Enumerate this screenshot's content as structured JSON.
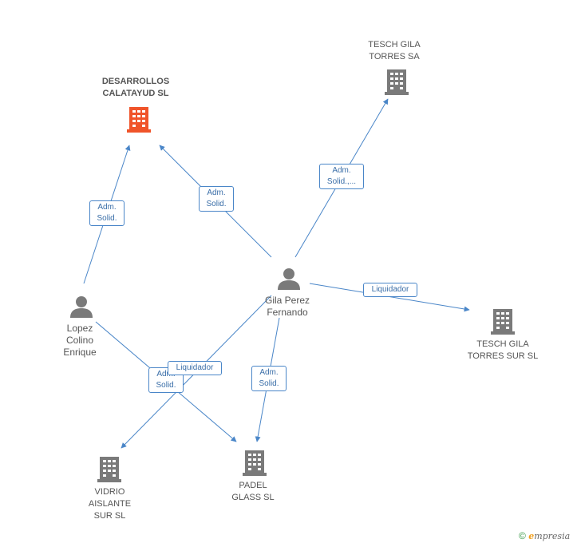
{
  "colors": {
    "edge": "#4a86c8",
    "building": "#7a7a7a",
    "main_building": "#f0542a",
    "person": "#7a7a7a"
  },
  "nodes": {
    "desarrollos": {
      "label": "DESARROLLOS\nCALATAYUD SL",
      "icon": "building-icon"
    },
    "tesch_sa": {
      "label": "TESCH GILA\nTORRES SA",
      "icon": "building-icon"
    },
    "tesch_sur": {
      "label": "TESCH GILA\nTORRES SUR SL",
      "icon": "building-icon"
    },
    "vidrio": {
      "label": "VIDRIO\nAISLANTE\nSUR SL",
      "icon": "building-icon"
    },
    "padel": {
      "label": "PADEL\nGLASS SL",
      "icon": "building-icon"
    },
    "gila": {
      "label": "Gila Perez\nFernando",
      "icon": "person-icon"
    },
    "lopez": {
      "label": "Lopez\nColino\nEnrique",
      "icon": "person-icon"
    }
  },
  "edges": {
    "lopez_desarrollos": "Adm.\nSolid.",
    "gila_desarrollos": "Adm.\nSolid.",
    "gila_tesch_sa": "Adm.\nSolid.,...",
    "gila_tesch_sur": "Liquidador",
    "gila_vidrio": "Liquidador",
    "lopez_padel": "Adm.\nSolid.",
    "gila_padel": "Adm.\nSolid."
  },
  "watermark": {
    "symbol": "©",
    "brand_initial": "e",
    "brand_rest": "mpresia"
  }
}
